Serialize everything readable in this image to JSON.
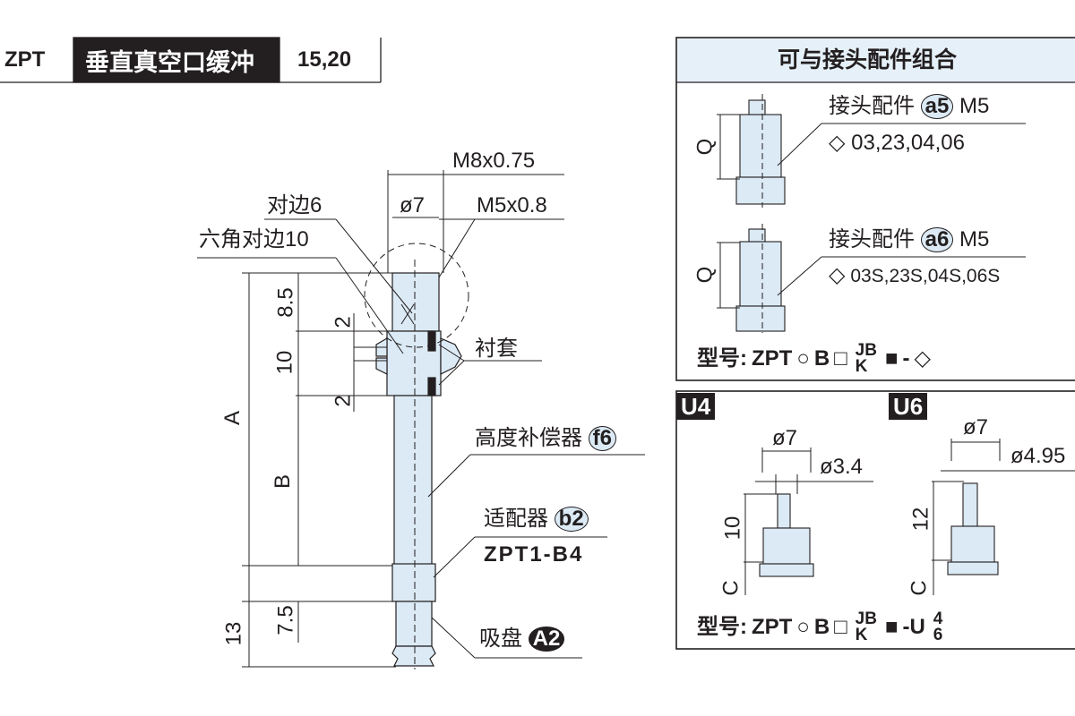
{
  "header": {
    "series": "ZPT",
    "title": "垂直真空口缓冲",
    "sizes": "15,20"
  },
  "main": {
    "thread_outer": "M8x0.75",
    "dia": "ø7",
    "thread_inner": "M5x0.8",
    "across_flats": "对边6",
    "hex_across_flats": "六角对边10",
    "dim_8_5": "8.5",
    "dim_2a": "2",
    "dim_10": "10",
    "dim_2b": "2",
    "bushing": "衬套",
    "dim_A": "A",
    "dim_B": "B",
    "compensator": "高度补偿器",
    "compensator_code": "f6",
    "adapter": "适配器",
    "adapter_code": "b2",
    "adapter_model": "ZPT1-B4",
    "pad": "吸盘",
    "pad_code": "A2",
    "dim_13": "13",
    "dim_7_5": "7.5"
  },
  "fittings": {
    "title": "可与接头配件组合",
    "items": [
      {
        "label": "接头配件",
        "code": "a5",
        "thread": "M5",
        "options": "03,23,04,06",
        "dim": "Q"
      },
      {
        "label": "接头配件",
        "code": "a6",
        "thread": "M5",
        "options": "03S,23S,04S,06S",
        "dim": "Q"
      }
    ],
    "model": {
      "prefix": "型号:",
      "zpt": "ZPT",
      "b": "B",
      "jb": "JB",
      "k": "K",
      "dash": "-"
    }
  },
  "barbs": {
    "u4": {
      "tag": "U4",
      "dia": "ø7",
      "inner": "ø3.4",
      "height": "10",
      "dim": "C"
    },
    "u6": {
      "tag": "U6",
      "dia": "ø7",
      "inner": "ø4.95",
      "height": "12",
      "dim": "C"
    },
    "model": {
      "prefix": "型号:",
      "zpt": "ZPT",
      "b": "B",
      "jb": "JB",
      "k": "K",
      "suffix": "-U",
      "opt1": "4",
      "opt2": "6"
    }
  },
  "colors": {
    "fill": "#dbeaf5",
    "ink": "#231f20",
    "header_band": "#e6f0f8"
  }
}
